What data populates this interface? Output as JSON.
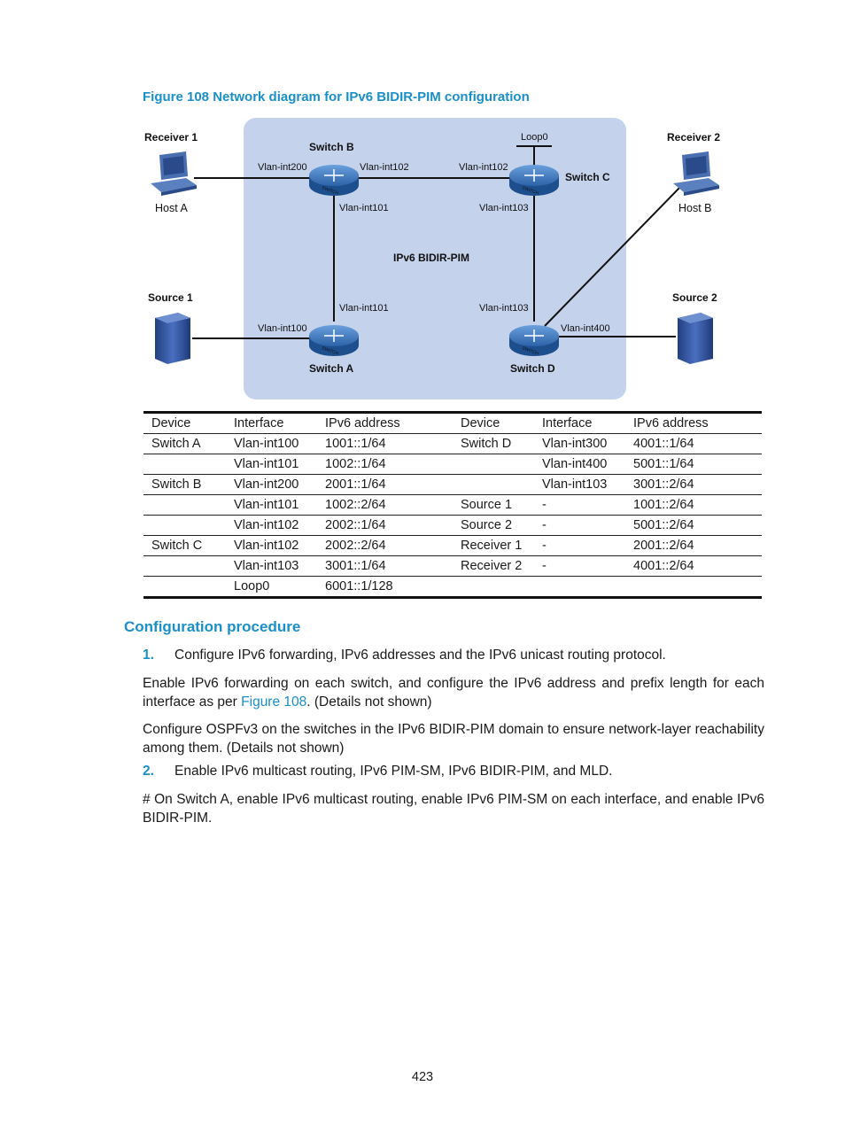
{
  "figure": {
    "title": "Figure 108 Network diagram for IPv6 BIDIR-PIM configuration",
    "domain_label": "IPv6 BIDIR-PIM",
    "nodes": {
      "receiver1_label": "Receiver 1",
      "host_a": "Host A",
      "receiver2_label": "Receiver 2",
      "host_b": "Host B",
      "source1_label": "Source 1",
      "source2_label": "Source 2",
      "switch_a": "Switch A",
      "switch_b": "Switch B",
      "switch_c": "Switch C",
      "switch_d": "Switch D",
      "loop0": "Loop0"
    },
    "interfaces": {
      "b_200": "Vlan-int200",
      "b_102": "Vlan-int102",
      "b_101": "Vlan-int101",
      "c_102": "Vlan-int102",
      "c_103": "Vlan-int103",
      "a_101": "Vlan-int101",
      "a_100": "Vlan-int100",
      "d_103": "Vlan-int103",
      "d_400": "Vlan-int400"
    },
    "colors": {
      "domain_fill": "#c5d2ec",
      "switch_blue": "#2f6fb5",
      "pc_blue": "#4a6fb0"
    }
  },
  "table": {
    "headers": [
      "Device",
      "Interface",
      "IPv6 address",
      "Device",
      "Interface",
      "IPv6 address"
    ],
    "rows": [
      [
        "Switch A",
        "Vlan-int100",
        "1001::1/64",
        "Switch D",
        "Vlan-int300",
        "4001::1/64"
      ],
      [
        "",
        "Vlan-int101",
        "1002::1/64",
        "",
        "Vlan-int400",
        "5001::1/64"
      ],
      [
        "Switch B",
        "Vlan-int200",
        "2001::1/64",
        "",
        "Vlan-int103",
        "3001::2/64"
      ],
      [
        "",
        "Vlan-int101",
        "1002::2/64",
        "Source 1",
        "-",
        "1001::2/64"
      ],
      [
        "",
        "Vlan-int102",
        "2002::1/64",
        "Source 2",
        "-",
        "5001::2/64"
      ],
      [
        "Switch C",
        "Vlan-int102",
        "2002::2/64",
        "Receiver 1",
        "-",
        "2001::2/64"
      ],
      [
        "",
        "Vlan-int103",
        "3001::1/64",
        "Receiver 2",
        "-",
        "4001::2/64"
      ],
      [
        "",
        "Loop0",
        "6001::1/128",
        "",
        "",
        ""
      ]
    ]
  },
  "section": {
    "title": "Configuration procedure",
    "step1_num": "1.",
    "step1_text": "Configure IPv6 forwarding, IPv6 addresses and the IPv6 unicast routing protocol.",
    "para1_before": "Enable IPv6 forwarding on each switch, and configure the IPv6 address and prefix length for each interface as per ",
    "para1_link": "Figure 108",
    "para1_after": ". (Details not shown)",
    "para2": "Configure OSPFv3 on the switches in the IPv6 BIDIR-PIM domain to ensure network-layer reachability among them. (Details not shown)",
    "step2_num": "2.",
    "step2_text": "Enable IPv6 multicast routing, IPv6 PIM-SM, IPv6 BIDIR-PIM, and MLD.",
    "para3": "# On Switch A, enable IPv6 multicast routing, enable IPv6 PIM-SM on each interface, and enable IPv6 BIDIR-PIM."
  },
  "page_number": "423"
}
